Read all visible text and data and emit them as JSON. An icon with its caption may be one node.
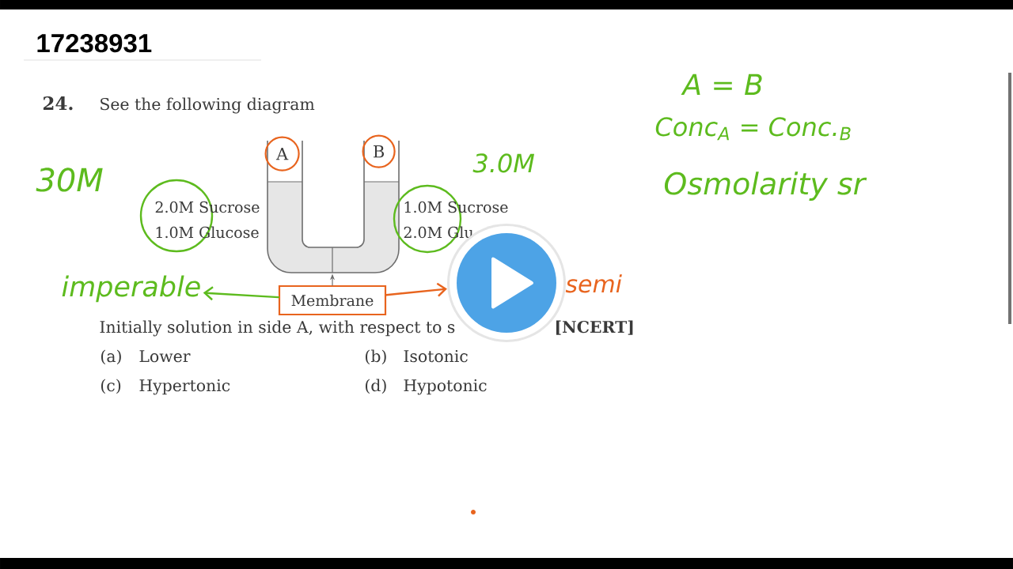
{
  "diagram": {
    "nodes": [
      {
        "text": [],
        "shape": "picture"
      },
      {
        "text": [
          "A"
        ],
        "in": 0
      },
      {
        "text": [
          "B"
        ],
        "in": 0
      },
      {
        "text": [
          "2.0M Sucrose",
          "1.0M Glucose"
        ]
      },
      {
        "text": [
          "1.0M Sucrose",
          "2.0M Glu"
        ]
      },
      {
        "text": [],
        "shape": "circle"
      },
      {
        "text": [
          "imperable"
        ]
      },
      {
        "text": [
          "Membrane"
        ]
      }
    ],
    "edges": [
      {
        "from": 7,
        "to": 0,
        "arrow": "to"
      },
      {
        "from": 7,
        "to": 6,
        "arrow": "to",
        "color": "#5dbb1e"
      },
      {
        "from": 7,
        "to": 5,
        "arrow": "to",
        "color": "#e8641e"
      }
    ],
    "labels": [
      "17238931",
      "A = B",
      "24.",
      "See the following diagram",
      "Conc$_{A}$ = Conc.$_{B}$",
      "3.0M",
      "30M",
      "Osmolarity sr",
      "semi",
      "Initially solution in side A, with respect to s",
      "[NCERT]",
      "(a)",
      "Lower",
      "(b)",
      "Isotonic",
      "(c)",
      "Hypertonic",
      "(d)",
      "Hypotonic"
    ]
  }
}
